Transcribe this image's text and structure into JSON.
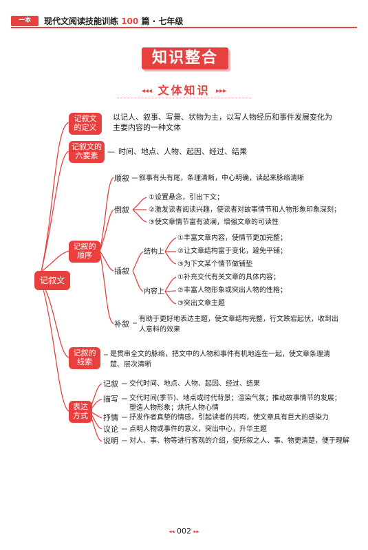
{
  "header": {
    "logo": "一本",
    "title_pre": "现代文阅读技能训练",
    "title_num": "100",
    "title_post": "篇 · 七年级"
  },
  "banner": "知识整合",
  "section_title": "文体知识",
  "root": "记叙文",
  "branches": {
    "definition": {
      "label_l1": "记叙文",
      "label_l2": "的定义",
      "text_l1": "以记人、叙事、写景、状物为主，以写人物经历和事件发展变化为",
      "text_l2": "主要内容的一种文体"
    },
    "elements": {
      "label_l1": "记叙文的",
      "label_l2": "六要素",
      "text": "时间、地点、人物、起因、经过、结果"
    },
    "order": {
      "label_l1": "记叙的",
      "label_l2": "顺序",
      "shunxu": {
        "label": "顺叙",
        "text": "叙事有头有尾，条理清晰，中心明确，读起来脉络清晰"
      },
      "daoxu": {
        "label": "倒叙",
        "items": [
          "①设置悬念，引出下文；",
          "②激发读者阅读兴趣，使读者对故事情节和人物形象印象深刻；",
          "③使文章情节富有波澜，增强文章的可读性"
        ]
      },
      "chaxu": {
        "label": "插叙",
        "structure": {
          "label": "结构上",
          "items": [
            "①丰富文章内容，使情节更加完整；",
            "②让文章结构富于变化，避免平铺；",
            "③为下文某个情节做铺垫"
          ]
        },
        "content": {
          "label": "内容上",
          "items": [
            "①补充交代有关文章的具体内容；",
            "②丰富人物形象或突出人物的性格；",
            "③突出文章主题"
          ]
        }
      },
      "buxu": {
        "label": "补叙",
        "text_l1": "有助于更好地表达主题，使文章结构完整，行文跌宕起伏，收到出",
        "text_l2": "人意料的效果"
      }
    },
    "clue": {
      "label_l1": "记叙的",
      "label_l2": "线索",
      "text_l1": "是贯串全文的脉络，把文中的人物和事件有机地连在一起，使文章条理清",
      "text_l2": "楚、层次清晰"
    },
    "expression": {
      "label_l1": "表达",
      "label_l2": "方式",
      "items": [
        {
          "label": "记叙",
          "text_l1": "交代时间、地点、人物、起因、经过、结果",
          "text_l2": ""
        },
        {
          "label": "描写",
          "text_l1": "交代时间(季节)、地点或时代背景；渲染气氛；推动故事情节的发展；",
          "text_l2": "塑造人物形象；烘托人物心情"
        },
        {
          "label": "抒情",
          "text_l1": "抒发作者真挚的情感，引起读者的共鸣，使文章具有巨大的感染力",
          "text_l2": ""
        },
        {
          "label": "议论",
          "text_l1": "点明人物或事件的意义，突出中心，升华主题",
          "text_l2": ""
        },
        {
          "label": "说明",
          "text_l1": "对人、事、物等进行客观的介绍，使所叙之人、事、物更清楚，便于理解",
          "text_l2": ""
        }
      ]
    }
  },
  "footer": {
    "page": "002"
  },
  "colors": {
    "accent": "#e8403f",
    "accent_light": "#f6b7b6"
  }
}
